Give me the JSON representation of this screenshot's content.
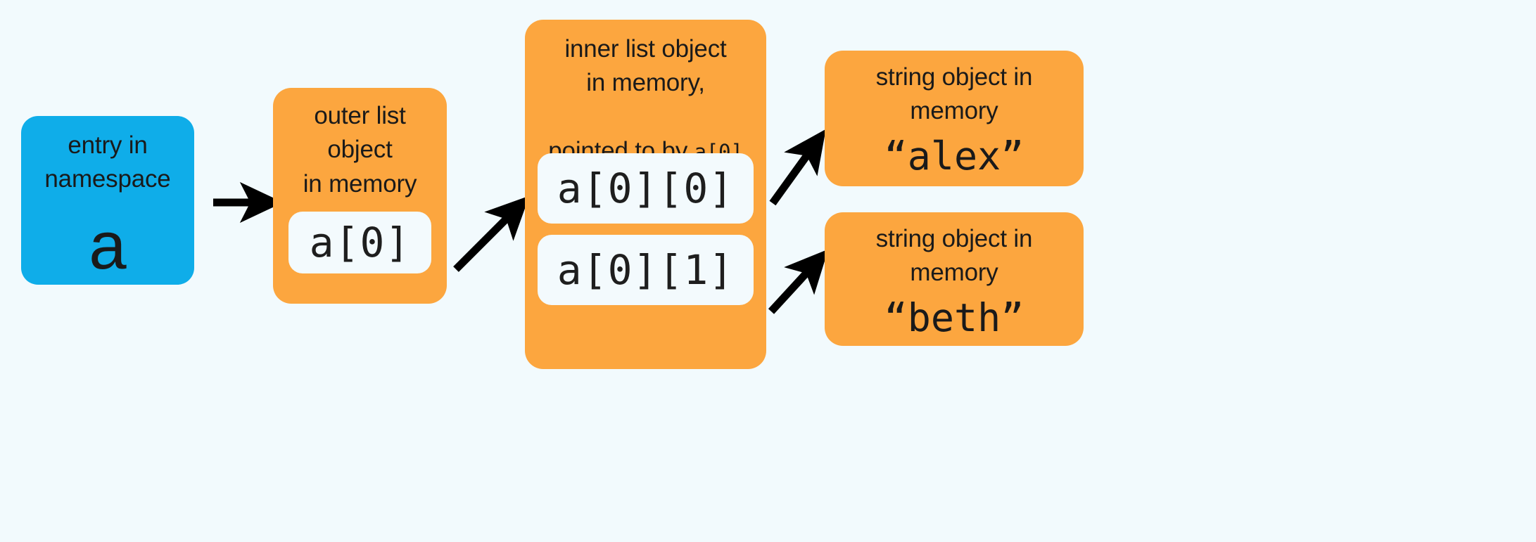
{
  "colors": {
    "background": "#f2fafd",
    "namespace_blue": "#0fade9",
    "object_orange": "#fca63f",
    "slot_fill": "#f3fafd",
    "text": "#1a1a1a",
    "arrow": "#000000"
  },
  "nodes": {
    "namespace": {
      "caption": "entry in\nnamespace",
      "variable": "a"
    },
    "outer_list": {
      "caption": "outer list\nobject\nin memory",
      "slots": [
        "a[0]"
      ]
    },
    "inner_list": {
      "caption_line1": "inner list object",
      "caption_line2": "in memory,",
      "caption_line3_prefix": "pointed to by ",
      "caption_line3_code": "a[0]",
      "slots": [
        "a[0][0]",
        "a[0][1]"
      ]
    },
    "string_alex": {
      "caption": "string object in\nmemory",
      "value": "“alex”"
    },
    "string_beth": {
      "caption": "string object in\nmemory",
      "value": "“beth”"
    }
  },
  "arrows": [
    {
      "name": "namespace-to-outer-list",
      "style": "horizontal"
    },
    {
      "name": "outer-slot-to-inner-list",
      "style": "diagonal-up-right"
    },
    {
      "name": "inner-slot-0-to-string-alex",
      "style": "diagonal-up-right"
    },
    {
      "name": "inner-slot-1-to-string-beth",
      "style": "diagonal-up-right"
    }
  ]
}
